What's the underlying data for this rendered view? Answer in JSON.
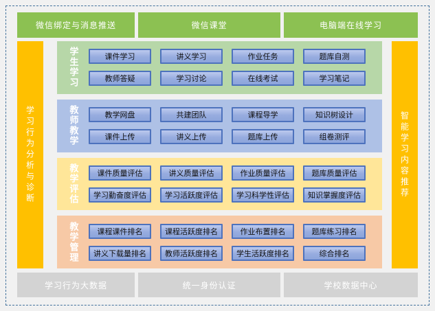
{
  "top_row": [
    {
      "label": "微信绑定与消息推送"
    },
    {
      "label": "微信课堂"
    },
    {
      "label": "电脑端在线学习"
    }
  ],
  "left_bar": {
    "label": "学习行为分析与诊断"
  },
  "right_bar": {
    "label": "智能学习内容推荐"
  },
  "sections": [
    {
      "title": "学生学习",
      "color": "#B7D7A8",
      "items": [
        "课件学习",
        "讲义学习",
        "作业任务",
        "题库自测",
        "教师答疑",
        "学习讨论",
        "在线考试",
        "学习笔记"
      ]
    },
    {
      "title": "教师教学",
      "color": "#AEC1E6",
      "items": [
        "教学网盘",
        "共建团队",
        "课程导学",
        "知识树设计",
        "课件上传",
        "讲义上传",
        "题库上传",
        "组卷测评"
      ]
    },
    {
      "title": "教学评估",
      "color": "#FFE699",
      "items": [
        "课件质量评估",
        "讲义质量评估",
        "作业质量评估",
        "题库质量评估",
        "学习勤奋度评估",
        "学习活跃度评估",
        "学习科学性评估",
        "知识掌握度评估"
      ]
    },
    {
      "title": "教学管理",
      "color": "#F7C9A6",
      "items": [
        "课程课件排名",
        "课程活跃度排名",
        "作业布置排名",
        "题库练习排名",
        "讲义下载量排名",
        "教师活跃度排名",
        "学生活跃度排名",
        "综合排名"
      ]
    }
  ],
  "bottom_row": [
    {
      "label": "学习行为大数据"
    },
    {
      "label": "统一身份认证"
    },
    {
      "label": "学校数据中心"
    }
  ],
  "colors": {
    "top_box": "#8CC152",
    "side_bar": "#FFC000",
    "bottom_box": "#D3D3D3",
    "frame_border": "#41719C",
    "button_fill": "#9BB0E2",
    "button_border": "#4D72BD"
  }
}
